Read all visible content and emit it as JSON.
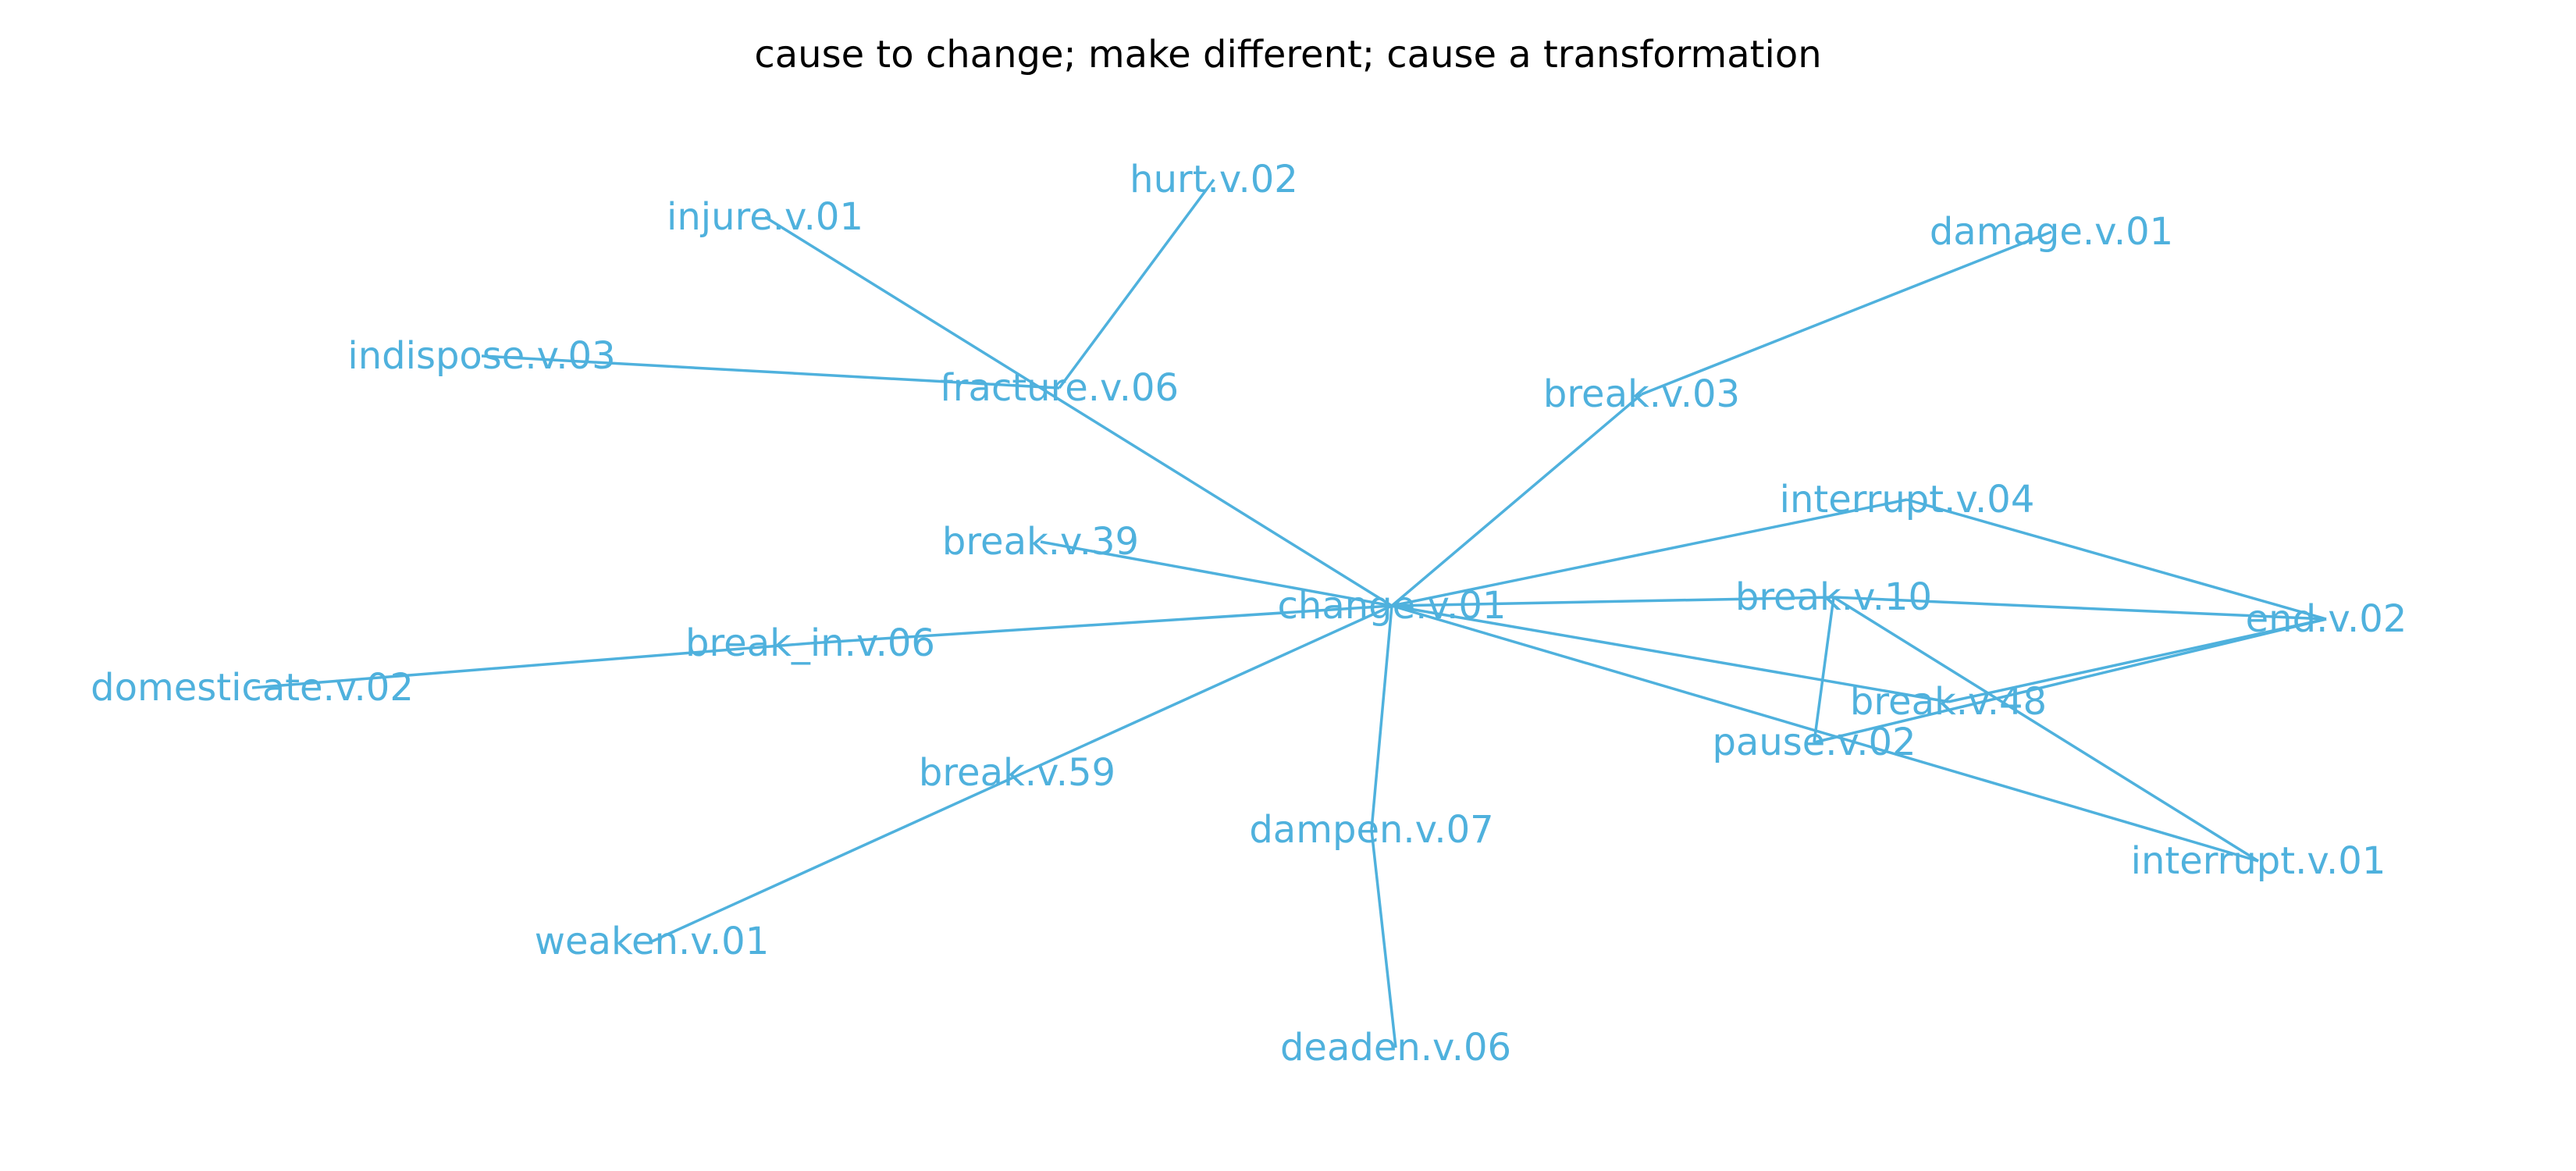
{
  "title": "cause to change; make different; cause a transformation",
  "colors": {
    "edge": "#4fb1dd",
    "label": "#4fb1dd",
    "title": "#000000",
    "background": "#ffffff"
  },
  "graph": {
    "nodes": [
      {
        "id": "change.v.01",
        "label": "change.v.01"
      },
      {
        "id": "hurt.v.02",
        "label": "hurt.v.02"
      },
      {
        "id": "injure.v.01",
        "label": "injure.v.01"
      },
      {
        "id": "damage.v.01",
        "label": "damage.v.01"
      },
      {
        "id": "indispose.v.03",
        "label": "indispose.v.03"
      },
      {
        "id": "fracture.v.06",
        "label": "fracture.v.06"
      },
      {
        "id": "break.v.03",
        "label": "break.v.03"
      },
      {
        "id": "interrupt.v.04",
        "label": "interrupt.v.04"
      },
      {
        "id": "break.v.39",
        "label": "break.v.39"
      },
      {
        "id": "break.v.10",
        "label": "break.v.10"
      },
      {
        "id": "end.v.02",
        "label": "end.v.02"
      },
      {
        "id": "break_in.v.06",
        "label": "break_in.v.06"
      },
      {
        "id": "domesticate.v.02",
        "label": "domesticate.v.02"
      },
      {
        "id": "break.v.48",
        "label": "break.v.48"
      },
      {
        "id": "pause.v.02",
        "label": "pause.v.02"
      },
      {
        "id": "break.v.59",
        "label": "break.v.59"
      },
      {
        "id": "dampen.v.07",
        "label": "dampen.v.07"
      },
      {
        "id": "interrupt.v.01",
        "label": "interrupt.v.01"
      },
      {
        "id": "weaken.v.01",
        "label": "weaken.v.01"
      },
      {
        "id": "deaden.v.06",
        "label": "deaden.v.06"
      }
    ],
    "edges": [
      [
        "change.v.01",
        "injure.v.01"
      ],
      [
        "change.v.01",
        "break.v.03"
      ],
      [
        "change.v.01",
        "break.v.39"
      ],
      [
        "change.v.01",
        "interrupt.v.04"
      ],
      [
        "change.v.01",
        "break.v.10"
      ],
      [
        "change.v.01",
        "break_in.v.06"
      ],
      [
        "change.v.01",
        "break.v.48"
      ],
      [
        "change.v.01",
        "interrupt.v.01"
      ],
      [
        "change.v.01",
        "weaken.v.01"
      ],
      [
        "change.v.01",
        "dampen.v.07"
      ],
      [
        "fracture.v.06",
        "hurt.v.02"
      ],
      [
        "fracture.v.06",
        "indispose.v.03"
      ],
      [
        "break.v.03",
        "damage.v.01"
      ],
      [
        "break_in.v.06",
        "domesticate.v.02"
      ],
      [
        "dampen.v.07",
        "deaden.v.06"
      ],
      [
        "interrupt.v.04",
        "end.v.02"
      ],
      [
        "break.v.10",
        "end.v.02"
      ],
      [
        "break.v.10",
        "pause.v.02"
      ],
      [
        "break.v.10",
        "interrupt.v.01"
      ],
      [
        "pause.v.02",
        "end.v.02"
      ],
      [
        "break.v.48",
        "end.v.02"
      ]
    ]
  }
}
